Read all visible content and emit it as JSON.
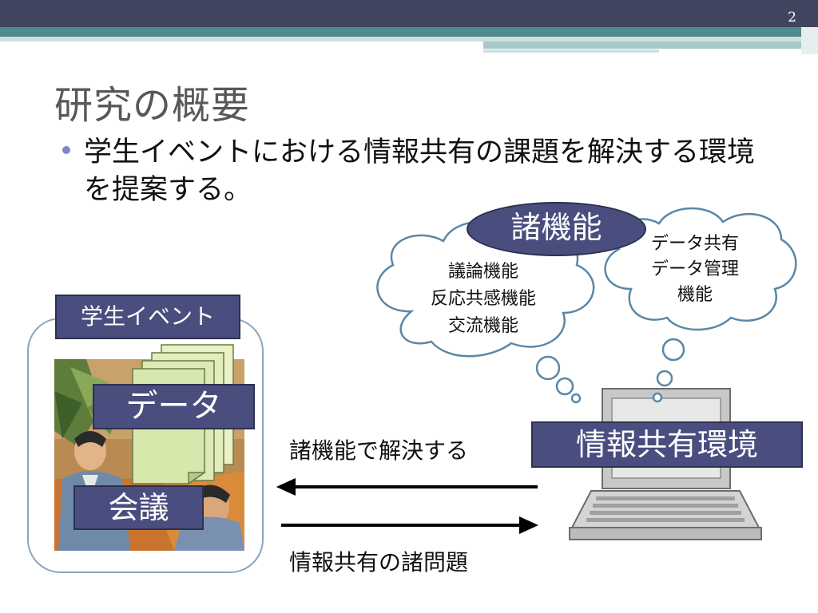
{
  "slide": {
    "page_number": "2",
    "title": "研究の概要",
    "bullet": "学生イベントにおける情報共有の課題を解決する環境を提案する。"
  },
  "diagram": {
    "event_label": "学生イベント",
    "data_label": "データ",
    "meeting_label": "会議",
    "environment_label": "情報共有環境",
    "functions_label": "諸機能",
    "cloud_left": [
      "議論機能",
      "反応共感機能",
      "交流機能"
    ],
    "cloud_right": [
      "データ共有",
      "データ管理",
      "機能"
    ],
    "arrow_solve_label": "諸機能で解決する",
    "arrow_problem_label": "情報共有の諸問題"
  },
  "colors": {
    "label_fill": "#4a4e7e",
    "header_dark": "#41445e",
    "header_teal": "#4f8a8c",
    "bullet_dot": "#7e88c8",
    "cloud_stroke": "#5b87a6",
    "event_frame": "#8aa5bd"
  }
}
